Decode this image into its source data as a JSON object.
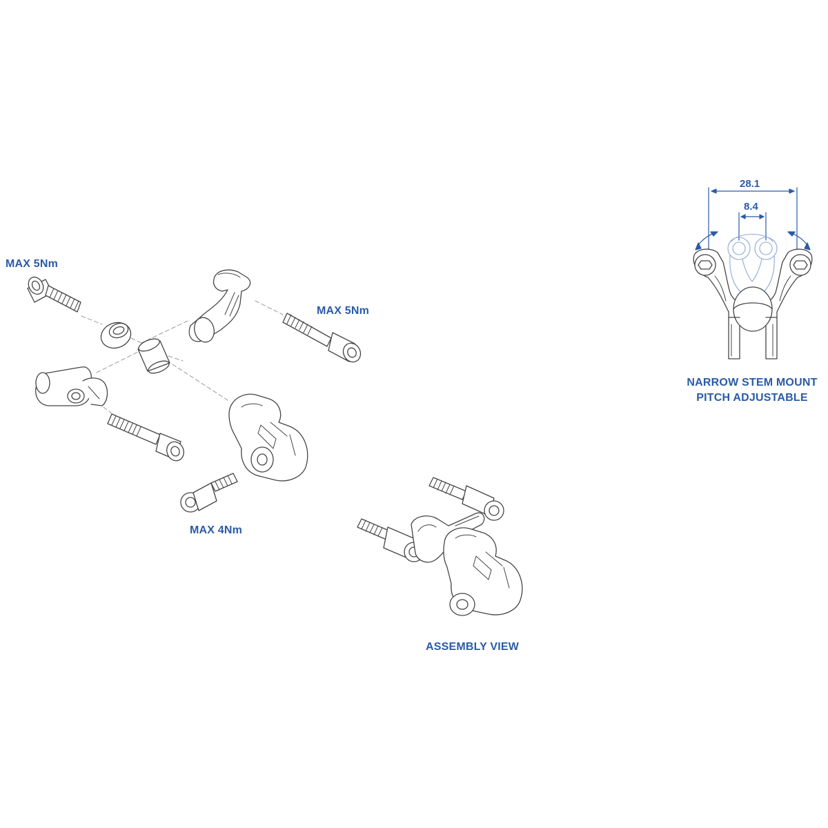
{
  "labels": {
    "torque_top_left": "MAX 5Nm",
    "torque_right": "MAX 5Nm",
    "torque_bottom": "MAX 4Nm",
    "assembly": "ASSEMBLY VIEW",
    "mount_line1": "NARROW STEM MOUNT",
    "mount_line2": "PITCH ADJUSTABLE"
  },
  "dimensions": {
    "outer": "28.1",
    "inner": "8.4"
  },
  "colors": {
    "label_blue": "#2a5aa8",
    "line_gray": "#555555",
    "ghost_blue": "#8fa8d8"
  }
}
